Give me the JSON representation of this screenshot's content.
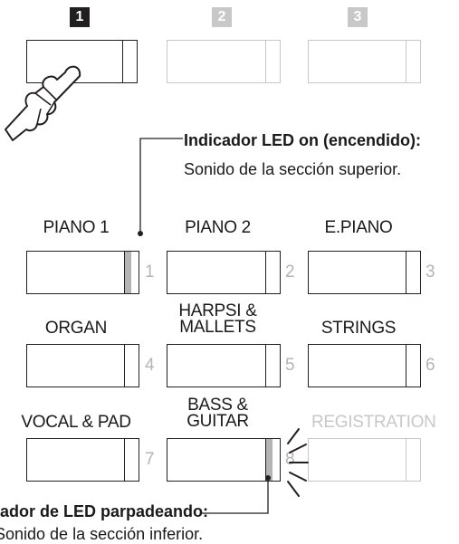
{
  "step_indicators": [
    {
      "number": "1",
      "state": "active"
    },
    {
      "number": "2",
      "state": "inactive"
    },
    {
      "number": "3",
      "state": "inactive"
    }
  ],
  "callout_led_on": {
    "title": "Indicador LED on (encendido):",
    "body": "Sonido de la sección superior."
  },
  "callout_led_blink": {
    "title": "ador de LED parpadeando:",
    "body": "Sonido de la sección inferior."
  },
  "sound_buttons": [
    {
      "label": "PIANO 1",
      "number": "1",
      "led": "on"
    },
    {
      "label": "PIANO 2",
      "number": "2",
      "led": "off"
    },
    {
      "label": "E.PIANO",
      "number": "3",
      "led": "off"
    },
    {
      "label": "ORGAN",
      "number": "4",
      "led": "off"
    },
    {
      "label_line1": "HARPSI &",
      "label_line2": "MALLETS",
      "number": "5",
      "led": "off"
    },
    {
      "label": "STRINGS",
      "number": "6",
      "led": "off"
    },
    {
      "label": "VOCAL & PAD",
      "number": "7",
      "led": "off"
    },
    {
      "label_line1": "BASS &",
      "label_line2": "GUITAR",
      "number": "8",
      "led": "blinking"
    },
    {
      "label": "REGISTRATION",
      "led": "off",
      "state": "disabled"
    }
  ],
  "colors": {
    "ink": "#231f20",
    "led_lit": "#b4b4b4",
    "disabled": "#c8c8c8"
  }
}
